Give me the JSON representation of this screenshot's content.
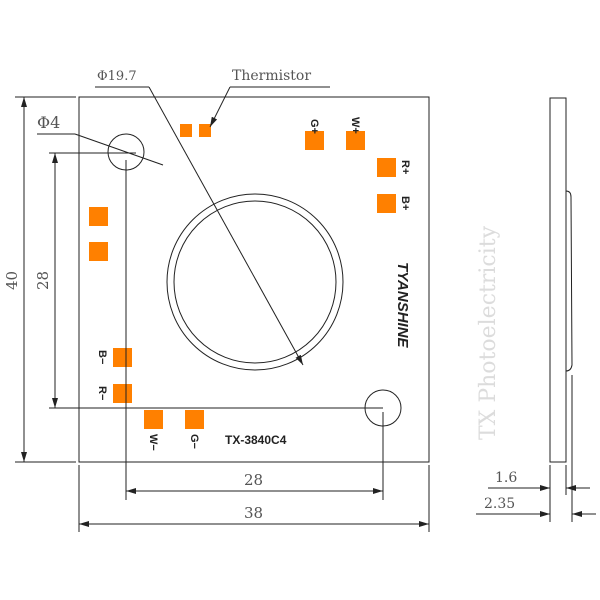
{
  "drawing": {
    "model": "TX-3840C4",
    "brand": "TYANSHINE",
    "watermark": "TX Photoelectricity",
    "callouts": {
      "lens_diameter": "Φ19.7",
      "hole_diameter": "Φ4",
      "thermistor": "Thermistor"
    },
    "dimensions": {
      "height": "40",
      "hole_vertical": "28",
      "hole_horizontal": "28",
      "width": "38",
      "board_thickness": "1.6",
      "total_thickness": "2.35"
    },
    "pad_labels": {
      "g_plus": "G+",
      "w_plus": "W+",
      "r_plus": "R+",
      "b_plus": "B+",
      "b_minus": "B−",
      "r_minus": "R−",
      "w_minus": "W−",
      "g_minus": "G−"
    },
    "colors": {
      "pad": "#ff8000",
      "line": "#222222"
    }
  }
}
